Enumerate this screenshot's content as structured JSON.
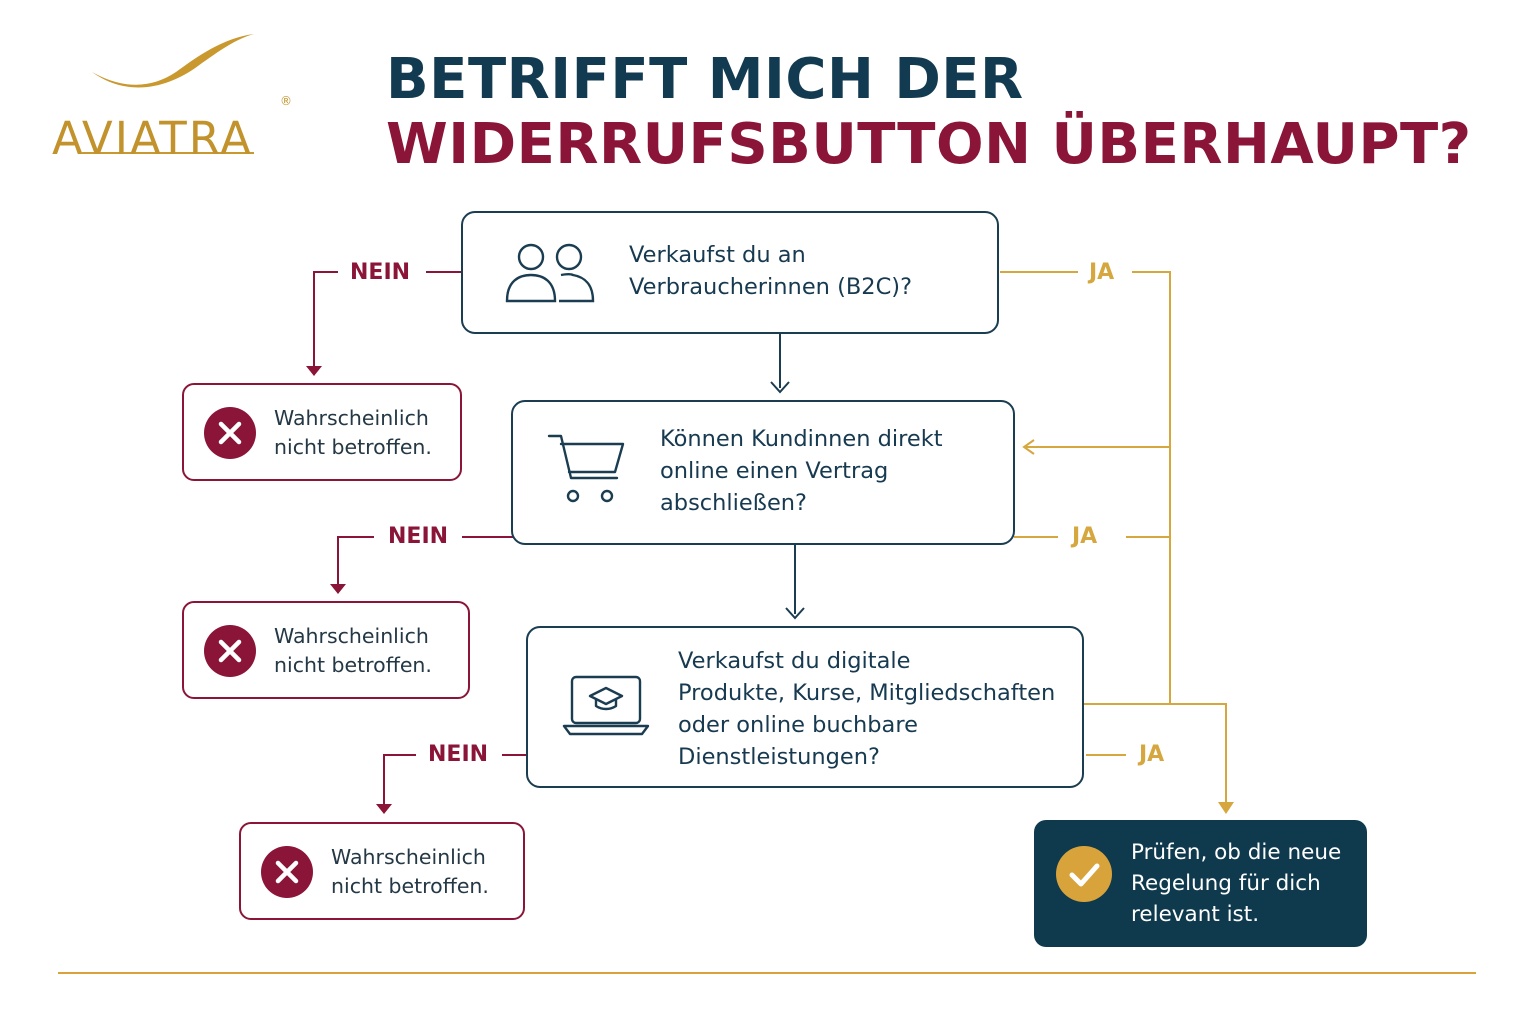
{
  "brand": {
    "name": "AVIATRA",
    "registered_mark": "®",
    "gold_color": "#c2932d"
  },
  "title": {
    "line1": "BETRIFFT MICH DER",
    "line2": "WIDERRUFSBUTTON ÜBERHAUPT?",
    "line1_color": "#123a50",
    "line2_color": "#8a1538"
  },
  "questions": [
    {
      "icon": "people-icon",
      "lines": [
        "Verkaufst du an",
        "Verbraucherinnen (B2C)?"
      ]
    },
    {
      "icon": "shopping-cart-icon",
      "lines": [
        "Können Kundinnen direkt",
        "online einen Vertrag",
        "abschließen?"
      ]
    },
    {
      "icon": "laptop-graduation-cap-icon",
      "lines": [
        "Verkaufst du digitale",
        "Produkte, Kurse, Mitgliedschaften",
        "oder online buchbare",
        "Dienstleistungen?"
      ]
    }
  ],
  "results_no": [
    {
      "icon": "x-circle-icon",
      "lines": [
        "Wahrscheinlich",
        "nicht betroffen."
      ]
    },
    {
      "icon": "x-circle-icon",
      "lines": [
        "Wahrscheinlich",
        "nicht betroffen."
      ]
    },
    {
      "icon": "x-circle-icon",
      "lines": [
        "Wahrscheinlich",
        "nicht betroffen."
      ]
    }
  ],
  "labels": {
    "no": [
      "NEIN",
      "NEIN",
      "NEIN"
    ],
    "yes": [
      "JA",
      "JA",
      "JA"
    ]
  },
  "final_result": {
    "icon": "check-circle-icon",
    "lines": [
      "Prüfen, ob die neue",
      "Regelung für dich",
      "relevant ist."
    ]
  },
  "colors": {
    "navy": "#1b3d52",
    "maroon": "#8a1538",
    "gold": "#d6a73e",
    "final_bg": "#0f3a4e"
  }
}
